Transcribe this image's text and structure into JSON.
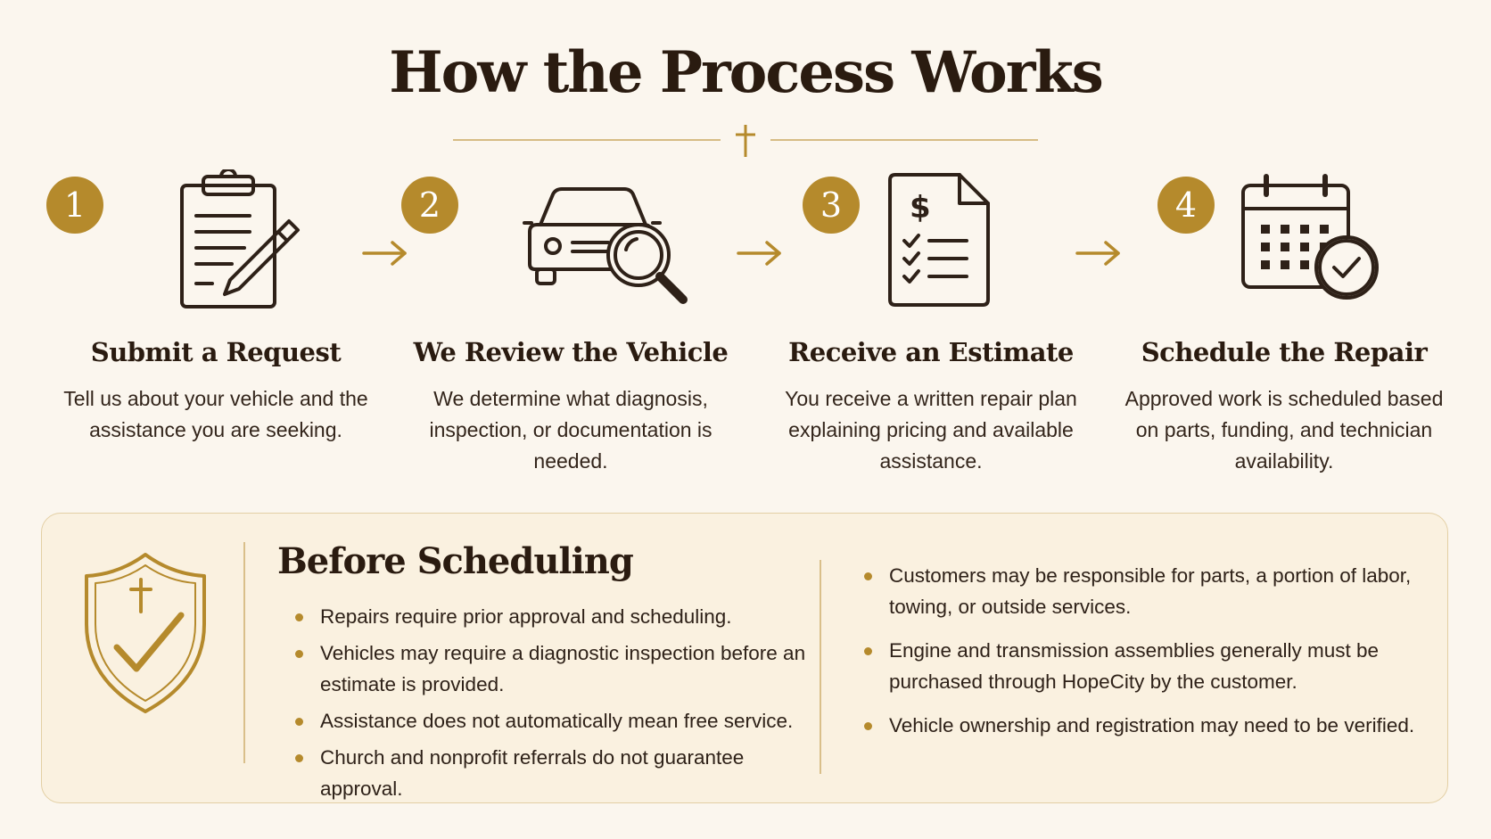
{
  "title": "How the Process Works",
  "colors": {
    "gold": "#b58a2c",
    "ink": "#2a1b10",
    "background": "#fbf6ee"
  },
  "steps": [
    {
      "number": "1",
      "icon": "clipboard-pencil-icon",
      "title": "Submit a Request",
      "description": "Tell us about your vehicle and the assistance you are seeking."
    },
    {
      "number": "2",
      "icon": "car-magnifier-icon",
      "title": "We Review the Vehicle",
      "description": "We determine what diagnosis, inspection, or documentation is needed."
    },
    {
      "number": "3",
      "icon": "estimate-document-icon",
      "title": "Receive an Estimate",
      "description": "You receive a written repair plan explaining pricing and available assistance."
    },
    {
      "number": "4",
      "icon": "calendar-check-icon",
      "title": "Schedule the Repair",
      "description": "Approved work is scheduled based on parts, funding, and technician availability."
    }
  ],
  "before_scheduling": {
    "title": "Before Scheduling",
    "icon": "shield-cross-check-icon",
    "left_items": [
      "Repairs require prior approval and scheduling.",
      "Vehicles may require a diagnostic inspection before an estimate is provided.",
      "Assistance does not automatically mean free service.",
      "Church and nonprofit referrals do not guarantee approval."
    ],
    "right_items": [
      "Customers may be responsible for parts, a portion of labor, towing, or outside services.",
      "Engine and transmission assemblies generally must be purchased through HopeCity by the customer.",
      "Vehicle ownership and registration may need to be verified."
    ]
  }
}
